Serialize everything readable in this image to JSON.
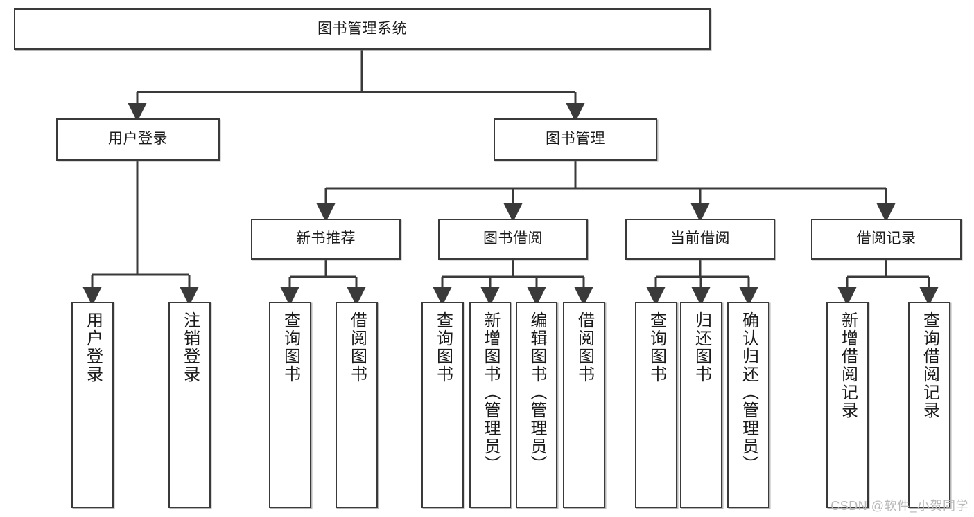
{
  "diagram": {
    "title": "图书管理系统",
    "type": "tree-hierarchy",
    "root": {
      "id": "root",
      "label": "图书管理系统"
    },
    "level2": [
      {
        "id": "user-login",
        "label": "用户登录"
      },
      {
        "id": "book-manage",
        "label": "图书管理"
      }
    ],
    "level3": [
      {
        "id": "new-book-rec",
        "label": "新书推荐",
        "parent": "book-manage"
      },
      {
        "id": "book-borrow",
        "label": "图书借阅",
        "parent": "book-manage"
      },
      {
        "id": "current-borrow",
        "label": "当前借阅",
        "parent": "book-manage"
      },
      {
        "id": "borrow-record",
        "label": "借阅记录",
        "parent": "book-manage"
      }
    ],
    "leaves": [
      {
        "id": "leaf-user-login",
        "label": "用户登录",
        "parent": "user-login"
      },
      {
        "id": "leaf-user-logout",
        "label": "注销登录",
        "parent": "user-login"
      },
      {
        "id": "leaf-query-book-1",
        "label": "查询图书",
        "parent": "new-book-rec"
      },
      {
        "id": "leaf-borrow-book-1",
        "label": "借阅图书",
        "parent": "new-book-rec"
      },
      {
        "id": "leaf-query-book-2",
        "label": "查询图书",
        "parent": "book-borrow"
      },
      {
        "id": "leaf-add-book",
        "label": "新增图书（管理员）",
        "parent": "book-borrow"
      },
      {
        "id": "leaf-edit-book",
        "label": "编辑图书（管理员）",
        "parent": "book-borrow"
      },
      {
        "id": "leaf-borrow-book-2",
        "label": "借阅图书",
        "parent": "book-borrow"
      },
      {
        "id": "leaf-query-book-3",
        "label": "查询图书",
        "parent": "current-borrow"
      },
      {
        "id": "leaf-return-book",
        "label": "归还图书",
        "parent": "current-borrow"
      },
      {
        "id": "leaf-confirm-return",
        "label": "确认归还（管理员）",
        "parent": "current-borrow"
      },
      {
        "id": "leaf-add-record",
        "label": "新增借阅记录",
        "parent": "borrow-record"
      },
      {
        "id": "leaf-query-record",
        "label": "查询借阅记录",
        "parent": "borrow-record"
      }
    ],
    "watermark": "CSDN @软件_小贺同学",
    "colors": {
      "stroke": "#3a3a3a",
      "fill": "#ffffff",
      "text": "#1a1a1a",
      "watermark": "#b9b9b9"
    }
  }
}
